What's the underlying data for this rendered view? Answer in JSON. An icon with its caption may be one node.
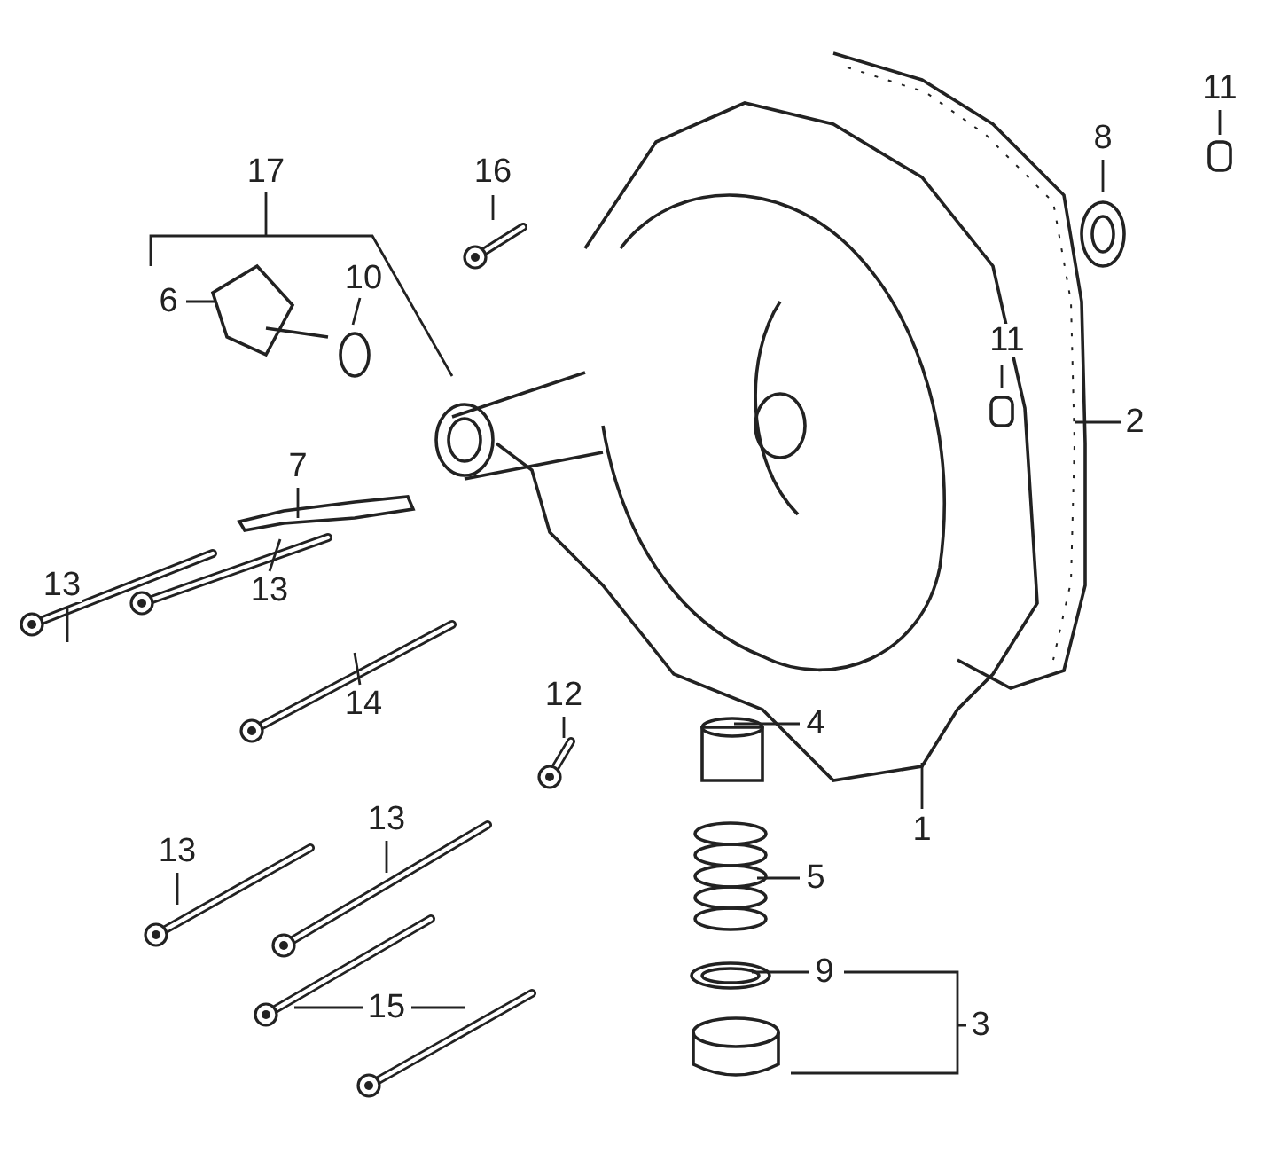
{
  "diagram": {
    "nodes": [
      {
        "text": [
          "11"
        ]
      },
      {
        "text": [
          "17"
        ]
      },
      {
        "text": [
          "16"
        ]
      },
      {
        "text": [
          "8"
        ]
      },
      {
        "text": [
          "6"
        ]
      },
      {
        "text": [
          "10"
        ]
      },
      {
        "text": [
          "11"
        ]
      },
      {
        "text": [
          "2"
        ]
      },
      {
        "text": [
          "7"
        ]
      },
      {
        "text": [
          "13"
        ]
      },
      {
        "text": [
          "13"
        ]
      },
      {
        "text": [
          "14"
        ]
      },
      {
        "text": [
          "12"
        ]
      },
      {
        "text": [
          "4"
        ]
      },
      {
        "text": [
          "1"
        ]
      },
      {
        "text": [
          "13"
        ]
      },
      {
        "text": [
          "13"
        ]
      },
      {
        "text": [
          "5"
        ]
      },
      {
        "text": [
          "9"
        ]
      },
      {
        "text": [
          "3"
        ]
      },
      {
        "text": [
          "15"
        ]
      }
    ],
    "edges": [
      {
        "from": 0,
        "to": null,
        "arrow": "none"
      },
      {
        "from": 1,
        "to": null,
        "arrow": "none"
      },
      {
        "from": 2,
        "to": null,
        "arrow": "none"
      },
      {
        "from": 3,
        "to": null,
        "arrow": "none"
      },
      {
        "from": 4,
        "to": null,
        "arrow": "none"
      },
      {
        "from": 5,
        "to": null,
        "arrow": "none"
      },
      {
        "from": 6,
        "to": null,
        "arrow": "none"
      },
      {
        "from": 7,
        "to": null,
        "arrow": "none"
      },
      {
        "from": 8,
        "to": null,
        "arrow": "none"
      },
      {
        "from": 9,
        "to": null,
        "arrow": "none"
      },
      {
        "from": 10,
        "to": null,
        "arrow": "none"
      },
      {
        "from": 11,
        "to": null,
        "arrow": "none"
      },
      {
        "from": 12,
        "to": null,
        "arrow": "none"
      },
      {
        "from": 13,
        "to": null,
        "arrow": "none"
      },
      {
        "from": 14,
        "to": null,
        "arrow": "none"
      },
      {
        "from": 15,
        "to": null,
        "arrow": "none"
      },
      {
        "from": 16,
        "to": null,
        "arrow": "none"
      },
      {
        "from": 17,
        "to": null,
        "arrow": "none"
      },
      {
        "from": 18,
        "to": null,
        "arrow": "none"
      },
      {
        "from": 19,
        "to": null,
        "arrow": "none"
      },
      {
        "from": 20,
        "to": null,
        "arrow": "none"
      }
    ]
  }
}
